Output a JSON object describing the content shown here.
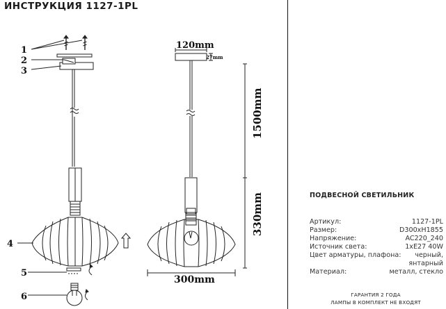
{
  "header": {
    "title": "ИНСТРУКЦИЯ 1127-1PL"
  },
  "dimensions": {
    "canopy_width": "120mm",
    "canopy_height": "27mm",
    "cable_length": "1500mm",
    "shade_height": "330mm",
    "shade_width": "300mm"
  },
  "callouts": [
    "1",
    "2",
    "3",
    "4",
    "5",
    "6"
  ],
  "product": {
    "title": "ПОДВЕСНОЙ СВЕТИЛЬНИК",
    "specs": [
      {
        "key": "Артикул:",
        "value": "1127-1PL"
      },
      {
        "key": "Размер:",
        "value": "D300xH1855"
      },
      {
        "key": "Напряжение:",
        "value": "AC220_240"
      },
      {
        "key": "Источник света:",
        "value": "1xE27 40W"
      },
      {
        "key": "Цвет арматуры, плафона:",
        "value": "черный,"
      },
      {
        "key": "",
        "value": "янтарный"
      },
      {
        "key": "Материал:",
        "value": "металл, стекло"
      }
    ]
  },
  "footer": {
    "line1": "ГАРАНТИЯ 2 ГОДА",
    "line2": "ЛАМПЫ В КОМПЛЕКТ НЕ ВХОДЯТ"
  },
  "icons": [
    "screw-icon",
    "bulb-icon",
    "rotate-arrow-icon",
    "up-arrow-icon"
  ]
}
